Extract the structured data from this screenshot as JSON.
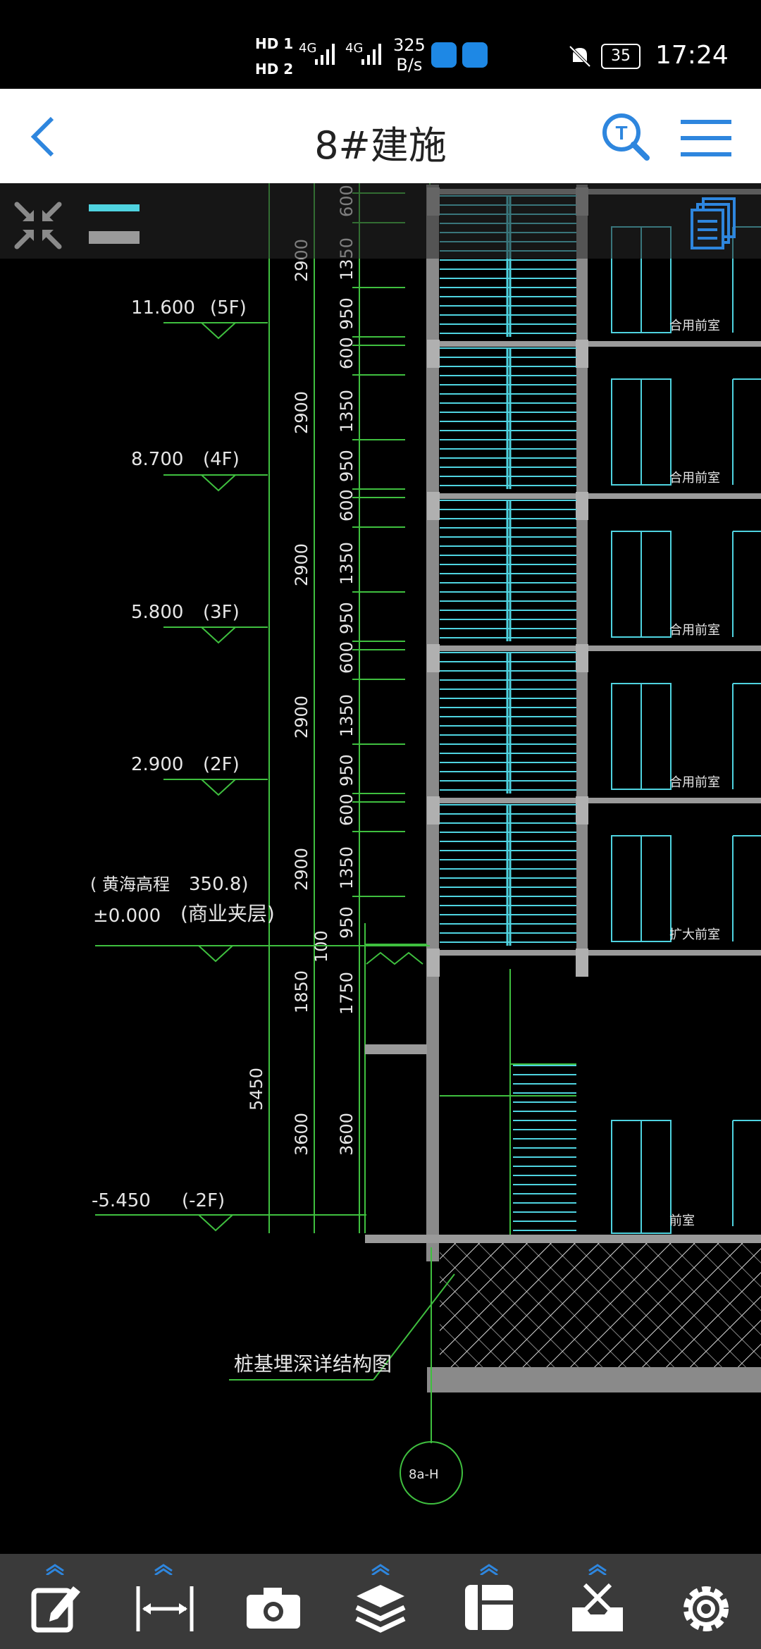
{
  "status_bar": {
    "hd1": "HD 1",
    "hd2": "HD 2",
    "net1": "4G",
    "net2": "4G",
    "speed_value": "325",
    "speed_unit": "B/s",
    "battery": "35",
    "time": "17:24"
  },
  "header": {
    "title": "8#建施"
  },
  "drawing": {
    "levels": [
      {
        "elev": "11.600",
        "floor": "(5F)"
      },
      {
        "elev": "8.700",
        "floor": "(4F)"
      },
      {
        "elev": "5.800",
        "floor": "(3F)"
      },
      {
        "elev": "2.900",
        "floor": "(2F)"
      }
    ],
    "ground": {
      "note": "( 黄海高程",
      "value": "350.8)",
      "elev": "±0.000",
      "floor": "(商业夹层)"
    },
    "basement": {
      "elev": "-5.450",
      "floor": "(-2F)"
    },
    "dims_floor": "2900",
    "dims_parts": [
      "600",
      "1350",
      "950"
    ],
    "dims_ground": [
      "1850",
      "1750",
      "100"
    ],
    "dims_basement": [
      "5450",
      "3600",
      "3600"
    ],
    "room_labels": [
      "合用前室",
      "合用前室",
      "合用前室",
      "合用前室",
      "扩大前室",
      "前室"
    ],
    "pile_note": "桩基埋深详结构图",
    "grid_bubble": "8a-H"
  },
  "bottom_bar": {
    "items": [
      "edit-icon",
      "measure-icon",
      "camera-icon",
      "layers-icon",
      "layout-icon",
      "toolbox-icon",
      "settings-icon"
    ]
  },
  "colors": {
    "accent": "#2e86de",
    "cad_green": "#3fbf3f",
    "cad_cyan": "#4fd3e0",
    "cad_gray": "#9a9a9a"
  }
}
